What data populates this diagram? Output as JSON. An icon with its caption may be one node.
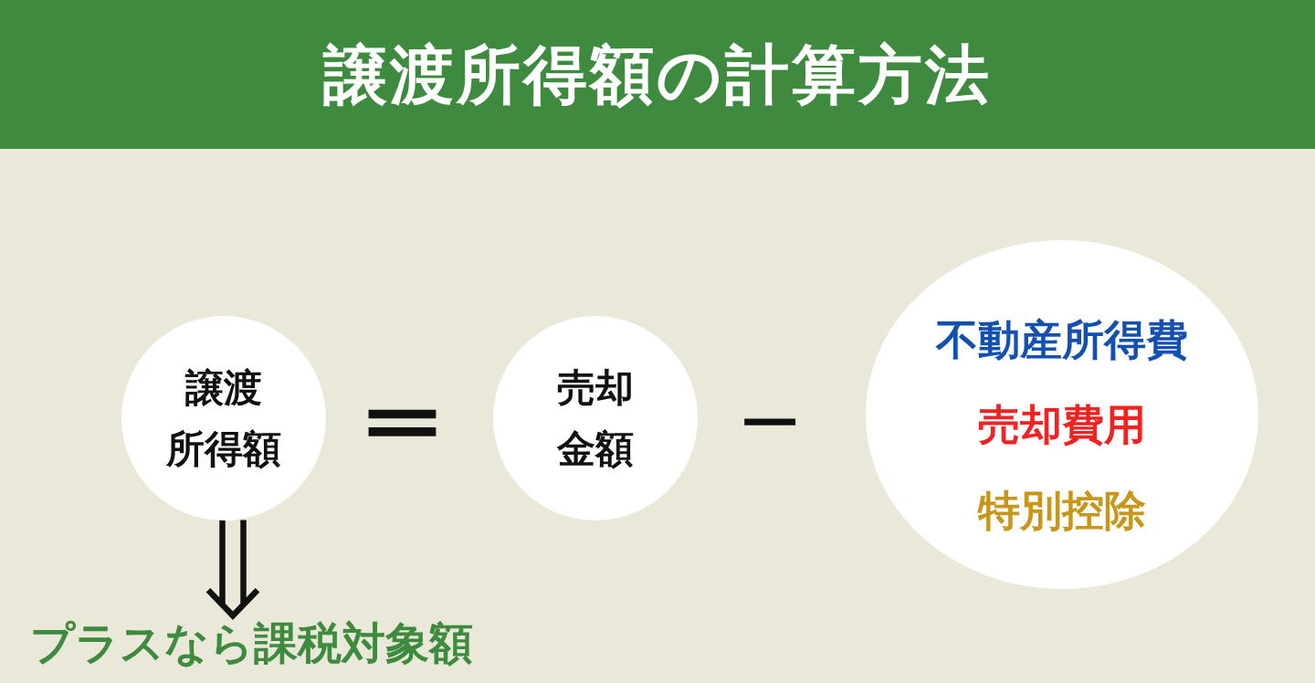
{
  "diagram": {
    "title": "譲渡所得額の計算方法",
    "nodes": [
      {
        "text": [
          "譲渡所得額"
        ]
      },
      {
        "text": [
          "売却金額"
        ]
      },
      {
        "text": [
          "不動産所得費",
          "売却費用",
          "特別控除"
        ]
      },
      {
        "text": [
          "プラスなら課税対象額"
        ]
      }
    ],
    "edges": [
      {
        "from": 0,
        "to": 3,
        "arrow": "to"
      }
    ],
    "labels": [
      "＝",
      "－"
    ]
  }
}
